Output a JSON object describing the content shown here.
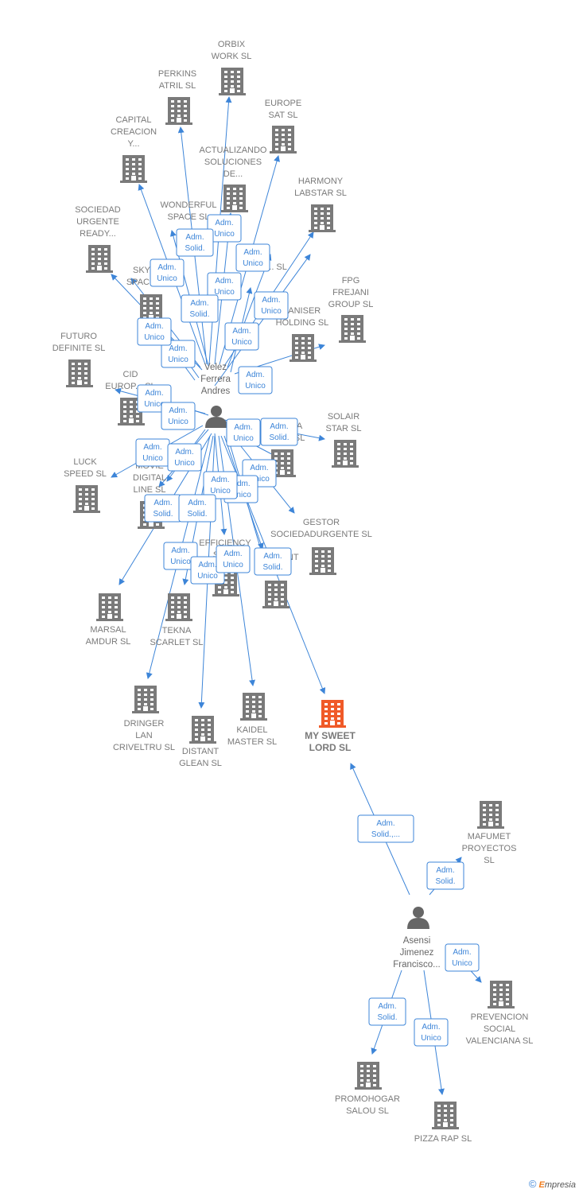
{
  "colors": {
    "edge": "#3d85d8",
    "building": "#7a7a7a",
    "building_highlight": "#f05a28",
    "person": "#666666"
  },
  "people": [
    {
      "id": "velez",
      "lines": [
        "Velez",
        "Ferrera",
        "Andres"
      ]
    },
    {
      "id": "asensi",
      "lines": [
        "Asensi",
        "Jimenez",
        "Francisco..."
      ]
    }
  ],
  "companies": [
    {
      "id": "orbix",
      "lines": [
        "ORBIX",
        "WORK  SL"
      ]
    },
    {
      "id": "perkins",
      "lines": [
        "PERKINS",
        "ATRIL  SL"
      ]
    },
    {
      "id": "europe_sat",
      "lines": [
        "EUROPE",
        "SAT  SL"
      ]
    },
    {
      "id": "capital",
      "lines": [
        "CAPITAL",
        "CREACION",
        "Y..."
      ]
    },
    {
      "id": "actualizando",
      "lines": [
        "ACTUALIZANDO",
        "SOLUCIONES",
        "DE..."
      ]
    },
    {
      "id": "harmony",
      "lines": [
        "HARMONY",
        "LABSTAR SL"
      ]
    },
    {
      "id": "wonderful",
      "lines": [
        "WONDERFUL",
        "SPACE  SL"
      ]
    },
    {
      "id": "sociedad",
      "lines": [
        "SOCIEDAD",
        "URGENTE",
        "READY..."
      ]
    },
    {
      "id": "sky",
      "lines": [
        "SKY",
        "SPAC..."
      ]
    },
    {
      "id": "l_sl",
      "lines": [
        "L...  SL"
      ]
    },
    {
      "id": "fpg",
      "lines": [
        "FPG",
        "FREJANI",
        "GROUP  SL"
      ]
    },
    {
      "id": "janiser",
      "lines": [
        "JANISER",
        "HOLDING  SL"
      ]
    },
    {
      "id": "futuro",
      "lines": [
        "FUTURO",
        "DEFINITE  SL"
      ]
    },
    {
      "id": "cid",
      "lines": [
        "CID",
        "EUROP... SL"
      ]
    },
    {
      "id": "solair",
      "lines": [
        "SOLAIR",
        "STAR  SL"
      ]
    },
    {
      "id": "a_sl",
      "lines": [
        "...A",
        "...SL"
      ]
    },
    {
      "id": "luck",
      "lines": [
        "LUCK",
        "SPEED  SL"
      ]
    },
    {
      "id": "movie",
      "lines": [
        "MOVIE",
        "DIGITAL",
        "LINE SL"
      ]
    },
    {
      "id": "gestor",
      "lines": [
        "GESTOR",
        "SOCIEDADURGENTE SL"
      ]
    },
    {
      "id": "efficiency",
      "lines": [
        "EFFICIENCY",
        "SPA..."
      ]
    },
    {
      "id": "ant_sl",
      "lines": [
        "...ANT",
        "SL"
      ]
    },
    {
      "id": "marsal",
      "lines": [
        "MARSAL",
        "AMDUR  SL"
      ]
    },
    {
      "id": "tekna",
      "lines": [
        "TEKNA",
        "SCARLET  SL"
      ]
    },
    {
      "id": "dringer",
      "lines": [
        "DRINGER",
        "LAN",
        "CRIVELTRU SL"
      ]
    },
    {
      "id": "distant",
      "lines": [
        "DISTANT",
        "GLEAN  SL"
      ]
    },
    {
      "id": "kaidel",
      "lines": [
        "KAIDEL",
        "MASTER  SL"
      ]
    },
    {
      "id": "mysweet",
      "lines": [
        "MY SWEET",
        "LORD  SL"
      ]
    },
    {
      "id": "mafumet",
      "lines": [
        "MAFUMET",
        "PROYECTOS",
        "SL"
      ]
    },
    {
      "id": "prevencion",
      "lines": [
        "PREVENCION",
        "SOCIAL",
        "VALENCIANA SL"
      ]
    },
    {
      "id": "promohogar",
      "lines": [
        "PROMOHOGAR",
        "SALOU SL"
      ]
    },
    {
      "id": "pizza",
      "lines": [
        "PIZZA RAP SL"
      ]
    }
  ],
  "edge_labels": [
    [
      "Adm.",
      "Unico"
    ],
    [
      "Adm.",
      "Solid."
    ],
    [
      "Adm.",
      "Unico"
    ],
    [
      "Adm.",
      "Unico"
    ],
    [
      "Adm.",
      "Unico"
    ],
    [
      "Adm.",
      "Solid."
    ],
    [
      "Adm.",
      "Unico"
    ],
    [
      "Adm.",
      "Unico"
    ],
    [
      "Adm.",
      "Unico"
    ],
    [
      "Adm.",
      "Unico"
    ],
    [
      "Adm.",
      "Unico"
    ],
    [
      "Adm.",
      "Unico"
    ],
    [
      "Adm.",
      "Unico"
    ],
    [
      "Adm.",
      "Unico"
    ],
    [
      "Adm.",
      "Solid."
    ],
    [
      "Adm.",
      "Unico"
    ],
    [
      "Adm.",
      "Unico"
    ],
    [
      "Adm.",
      "Unico"
    ],
    [
      "Adm.",
      "Unico"
    ],
    [
      "Adm.",
      "Unico"
    ],
    [
      "Adm.",
      "Solid."
    ],
    [
      "Adm.",
      "Solid."
    ],
    [
      "Adm.",
      "Unico"
    ],
    [
      "Adm.",
      "Unico"
    ],
    [
      "Adm.",
      "Unico"
    ],
    [
      "Adm.",
      "Solid."
    ],
    [
      "Adm.",
      "Solid.,..."
    ],
    [
      "Adm.",
      "Solid."
    ],
    [
      "Adm.",
      "Unico"
    ],
    [
      "Adm.",
      "Solid."
    ],
    [
      "Adm.",
      "Unico"
    ]
  ],
  "footer": {
    "copyright": "©",
    "brand_e": "E",
    "brand_rest": "mpresia"
  }
}
